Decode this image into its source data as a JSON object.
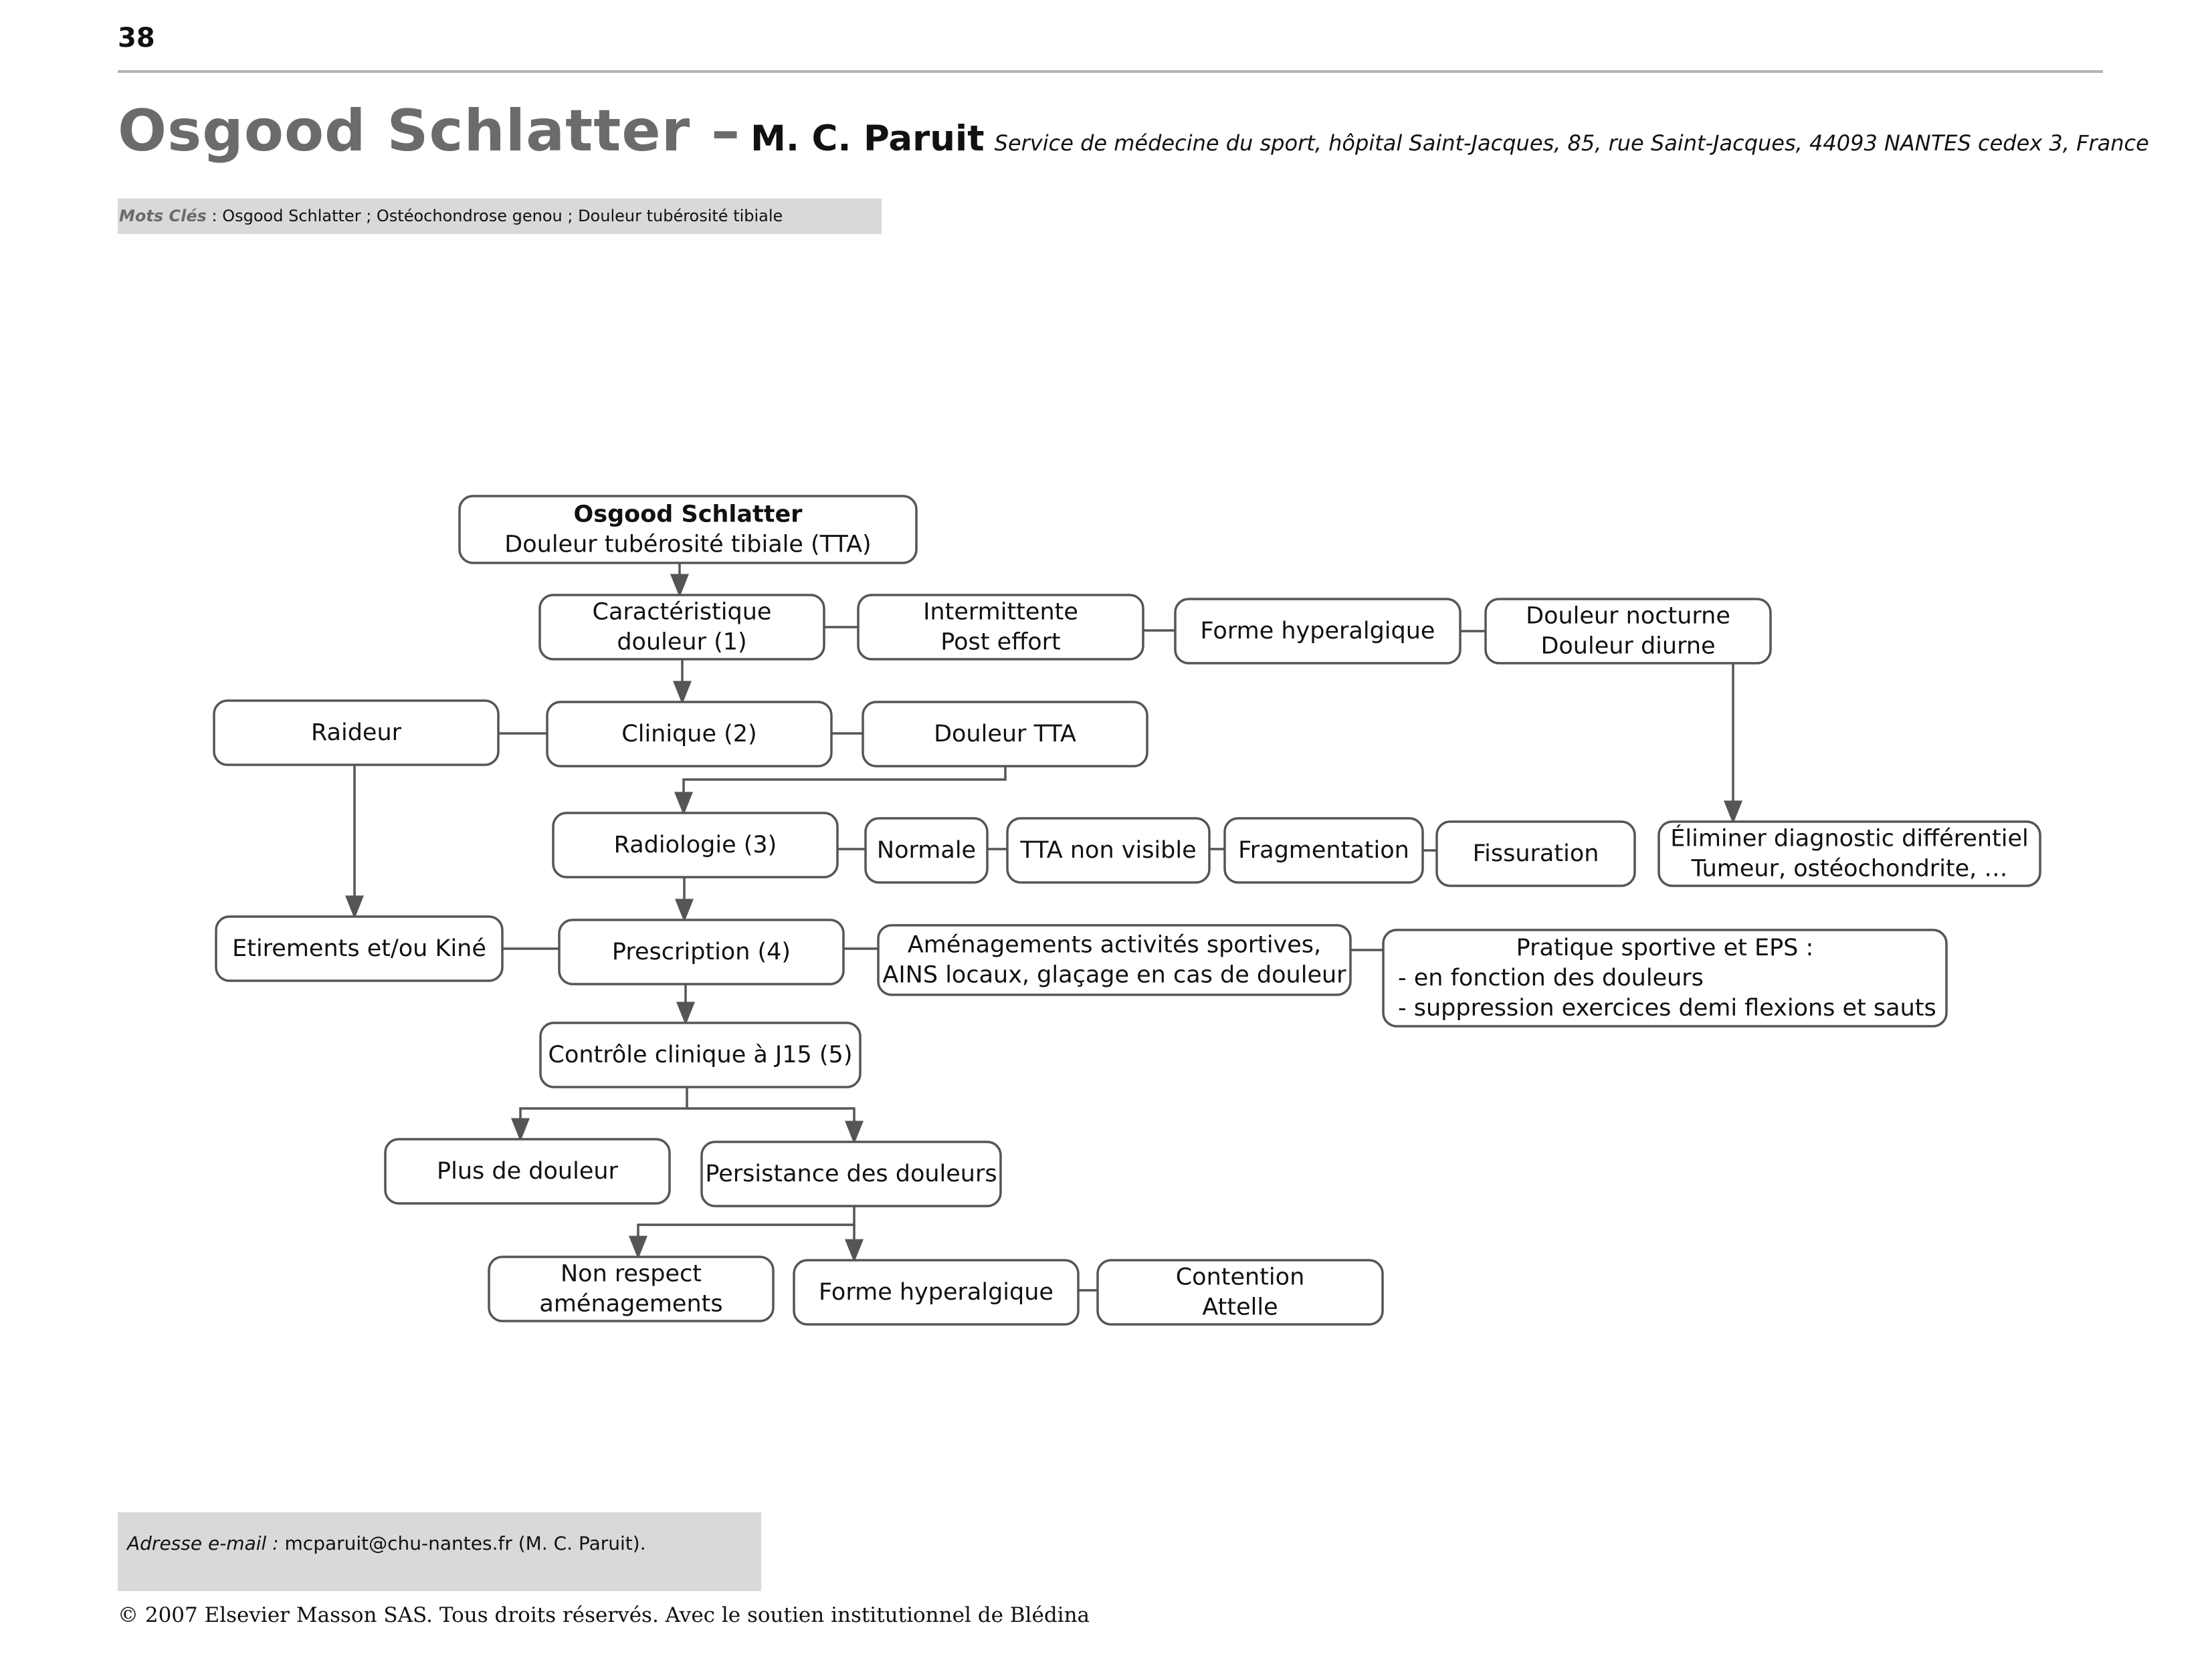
{
  "page_number": "38",
  "title": {
    "main": "Osgood Schlatter –",
    "author": "M. C. Paruit",
    "affiliation": "Service de médecine du sport, hôpital Saint-Jacques, 85, rue Saint-Jacques, 44093 NANTES cedex 3, France"
  },
  "keywords": {
    "label": "Mots Clés",
    "text": " : Osgood Schlatter ; Ostéochondrose genou ; Douleur tubérosité tibiale"
  },
  "flowchart": {
    "nodes": [
      {
        "id": "root",
        "lines": [
          "Osgood Schlatter",
          "Douleur tubérosité tibiale (TTA)"
        ],
        "bold_first": true
      },
      {
        "id": "caract",
        "lines": [
          "Caractéristique",
          "douleur (1)"
        ]
      },
      {
        "id": "intermittente",
        "lines": [
          "Intermittente",
          "Post effort"
        ]
      },
      {
        "id": "forme-hyper-1",
        "lines": [
          "Forme hyperalgique"
        ]
      },
      {
        "id": "nocturne",
        "lines": [
          "Douleur nocturne",
          "Douleur diurne"
        ]
      },
      {
        "id": "raideur",
        "lines": [
          "Raideur"
        ]
      },
      {
        "id": "clinique",
        "lines": [
          "Clinique (2)"
        ]
      },
      {
        "id": "douleur-tta",
        "lines": [
          "Douleur TTA"
        ]
      },
      {
        "id": "radiologie",
        "lines": [
          "Radiologie (3)"
        ]
      },
      {
        "id": "normale",
        "lines": [
          "Normale"
        ]
      },
      {
        "id": "tta-non-visible",
        "lines": [
          "TTA non visible"
        ]
      },
      {
        "id": "fragmentation",
        "lines": [
          "Fragmentation"
        ]
      },
      {
        "id": "fissuration",
        "lines": [
          "Fissuration"
        ]
      },
      {
        "id": "eliminer",
        "lines": [
          "Éliminer diagnostic différentiel",
          "Tumeur, ostéochondrite, …"
        ]
      },
      {
        "id": "etirements",
        "lines": [
          "Etirements et/ou Kiné"
        ]
      },
      {
        "id": "prescription",
        "lines": [
          "Prescription (4)"
        ]
      },
      {
        "id": "amenagements",
        "lines": [
          "Aménagements activités sportives,",
          "AINS locaux, glaçage en cas de douleur"
        ]
      },
      {
        "id": "pratique",
        "lines": [
          "Pratique sportive et EPS :",
          "- en fonction des douleurs",
          "- suppression exercices demi flexions et sauts"
        ]
      },
      {
        "id": "controle",
        "lines": [
          "Contrôle clinique à J15 (5)"
        ]
      },
      {
        "id": "plus-douleur",
        "lines": [
          "Plus de douleur"
        ]
      },
      {
        "id": "persistance",
        "lines": [
          "Persistance des douleurs"
        ]
      },
      {
        "id": "non-respect",
        "lines": [
          "Non respect",
          "aménagements"
        ]
      },
      {
        "id": "forme-hyper-2",
        "lines": [
          "Forme hyperalgique"
        ]
      },
      {
        "id": "contention",
        "lines": [
          "Contention",
          "Attelle"
        ]
      }
    ],
    "edges": [
      {
        "from": "root",
        "to": "caract",
        "arrow": true
      },
      {
        "from": "caract",
        "to": "intermittente",
        "arrow": false
      },
      {
        "from": "intermittente",
        "to": "forme-hyper-1",
        "arrow": false
      },
      {
        "from": "forme-hyper-1",
        "to": "nocturne",
        "arrow": false
      },
      {
        "from": "nocturne",
        "to": "eliminer",
        "arrow": true
      },
      {
        "from": "caract",
        "to": "clinique",
        "arrow": true
      },
      {
        "from": "raideur",
        "to": "clinique",
        "arrow": false
      },
      {
        "from": "clinique",
        "to": "douleur-tta",
        "arrow": false
      },
      {
        "from": "douleur-tta",
        "to": "radiologie",
        "arrow": true
      },
      {
        "from": "raideur",
        "to": "etirements",
        "arrow": true
      },
      {
        "from": "radiologie",
        "to": "normale",
        "arrow": false
      },
      {
        "from": "normale",
        "to": "tta-non-visible",
        "arrow": false
      },
      {
        "from": "tta-non-visible",
        "to": "fragmentation",
        "arrow": false
      },
      {
        "from": "fragmentation",
        "to": "fissuration",
        "arrow": false
      },
      {
        "from": "radiologie",
        "to": "prescription",
        "arrow": true
      },
      {
        "from": "etirements",
        "to": "prescription",
        "arrow": false
      },
      {
        "from": "prescription",
        "to": "amenagements",
        "arrow": false
      },
      {
        "from": "amenagements",
        "to": "pratique",
        "arrow": false
      },
      {
        "from": "prescription",
        "to": "controle",
        "arrow": true
      },
      {
        "from": "controle",
        "to": "plus-douleur",
        "arrow": true
      },
      {
        "from": "controle",
        "to": "persistance",
        "arrow": true
      },
      {
        "from": "persistance",
        "to": "non-respect",
        "arrow": true
      },
      {
        "from": "persistance",
        "to": "forme-hyper-2",
        "arrow": true
      },
      {
        "from": "forme-hyper-2",
        "to": "contention",
        "arrow": false
      }
    ]
  },
  "email": {
    "label": "Adresse e-mail :",
    "text": " mcparuit@chu-nantes.fr (M. C. Paruit)."
  },
  "copyright": "© 2007 Elsevier Masson SAS. Tous droits réservés. Avec le soutien institutionnel de Blédina",
  "colors": {
    "box_stroke": "#555555",
    "line": "#555555",
    "title_gray": "#6b6b6b",
    "panel_gray": "#d9d9d9"
  }
}
